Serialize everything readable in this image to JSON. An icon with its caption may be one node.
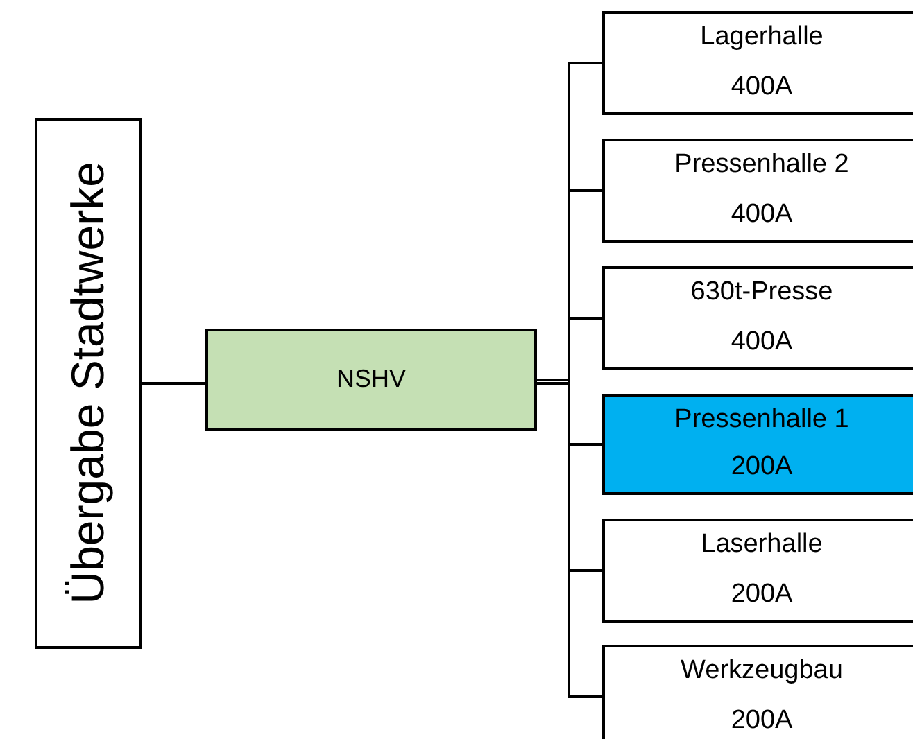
{
  "diagram": {
    "nodes": [
      {
        "text": [
          "Übergabe Stadtwerke"
        ]
      },
      {
        "text": [
          "NSHV"
        ]
      },
      {
        "text": [
          "Lagerhalle",
          "400A"
        ]
      },
      {
        "text": [
          "Pressenhalle 2",
          "400A"
        ]
      },
      {
        "text": [
          "630t-Presse",
          "400A"
        ]
      },
      {
        "text": [
          "Pressenhalle 1",
          "200A"
        ]
      },
      {
        "text": [
          "Laserhalle",
          "200A"
        ]
      },
      {
        "text": [
          "Werkzeugbau",
          "200A"
        ]
      }
    ],
    "edges": [
      {
        "from": 0,
        "to": 1,
        "arrow": "none"
      },
      {
        "from": 1,
        "to": 2,
        "arrow": "none"
      },
      {
        "from": 1,
        "to": 3,
        "arrow": "none"
      },
      {
        "from": 1,
        "to": 4,
        "arrow": "none"
      },
      {
        "from": 1,
        "to": 5,
        "arrow": "none"
      },
      {
        "from": 1,
        "to": 6,
        "arrow": "none"
      },
      {
        "from": 1,
        "to": 7,
        "arrow": "none"
      }
    ]
  }
}
